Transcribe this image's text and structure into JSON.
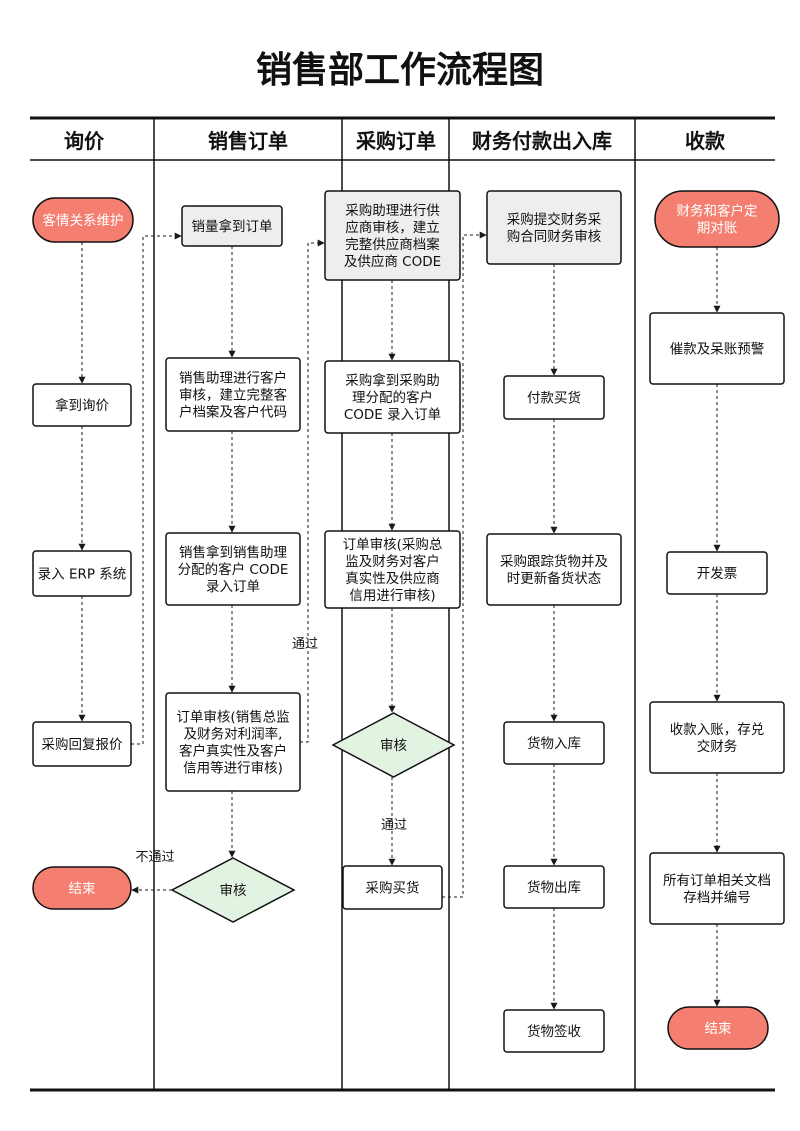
{
  "title": "销售部工作流程图",
  "lanes": [
    "询价",
    "销售订单",
    "采购订单",
    "财务付款出入库",
    "收款"
  ],
  "colors": {
    "line": "#1a1a1a",
    "terminator_fill": "#f47f70",
    "diamond_fill": "#e3f3e1",
    "gray_fill": "#eeeeee",
    "box_fill": "#ffffff"
  },
  "nodes": {
    "inq_start": [
      "客情关系维护"
    ],
    "inq_get": [
      "拿到询价"
    ],
    "inq_erp": [
      "录入 ERP 系统"
    ],
    "inq_reply": [
      "采购回复报价"
    ],
    "inq_end": [
      "结束"
    ],
    "sales_get": [
      "销量拿到订单"
    ],
    "sales_assist": [
      "销售助理进行客户",
      "审核，建立完整客",
      "户档案及客户代码"
    ],
    "sales_code": [
      "销售拿到销售助理",
      "分配的客户 CODE",
      "录入订单"
    ],
    "sales_audit": [
      "订单审核(销售总监",
      "及财务对利润率,",
      "客户真实性及客户",
      "信用等进行审核)"
    ],
    "sales_decision": [
      "审核"
    ],
    "pur_assist": [
      "采购助理进行供",
      "应商审核，建立",
      "完整供应商档案",
      "及供应商 CODE"
    ],
    "pur_code": [
      "采购拿到采购助",
      "理分配的客户",
      "CODE 录入订单"
    ],
    "pur_audit": [
      "订单审核(采购总",
      "监及财务对客户",
      "真实性及供应商",
      "信用进行审核)"
    ],
    "pur_decision": [
      "审核"
    ],
    "pur_buy": [
      "采购买货"
    ],
    "fin_submit": [
      "采购提交财务采",
      "购合同财务审核"
    ],
    "fin_pay": [
      "付款买货"
    ],
    "fin_track": [
      "采购跟踪货物并及",
      "时更新备货状态"
    ],
    "fin_in": [
      "货物入库"
    ],
    "fin_out": [
      "货物出库"
    ],
    "fin_sign": [
      "货物签收"
    ],
    "col_start": [
      "财务和客户定",
      "期对账"
    ],
    "col_remind": [
      "催款及呆账预警"
    ],
    "col_invoice": [
      "开发票"
    ],
    "col_receive": [
      "收款入账，存兑",
      "交财务"
    ],
    "col_archive": [
      "所有订单相关文档",
      "存档并编号"
    ],
    "col_end": [
      "结束"
    ]
  },
  "edge_labels": {
    "pass_sales": "通过",
    "pass_pur": "通过",
    "fail": "不通过"
  }
}
